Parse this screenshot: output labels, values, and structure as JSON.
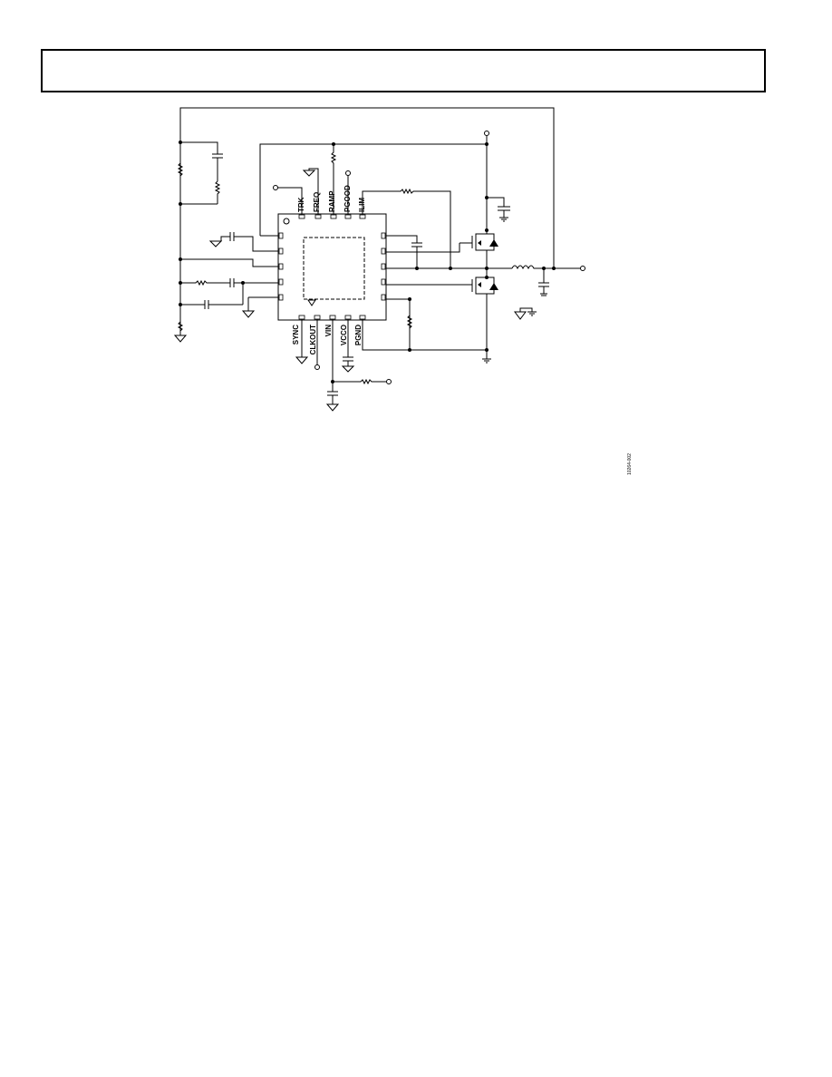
{
  "header": {
    "text": ""
  },
  "diagram": {
    "top_pins": [
      "TRK",
      "FREQ",
      "RAMP",
      "PGOOD",
      "ILIM"
    ],
    "bottom_pins": [
      "SYNC",
      "CLKOUT",
      "VIN",
      "VCCO",
      "PGND"
    ],
    "figure_id": "10264-002"
  }
}
